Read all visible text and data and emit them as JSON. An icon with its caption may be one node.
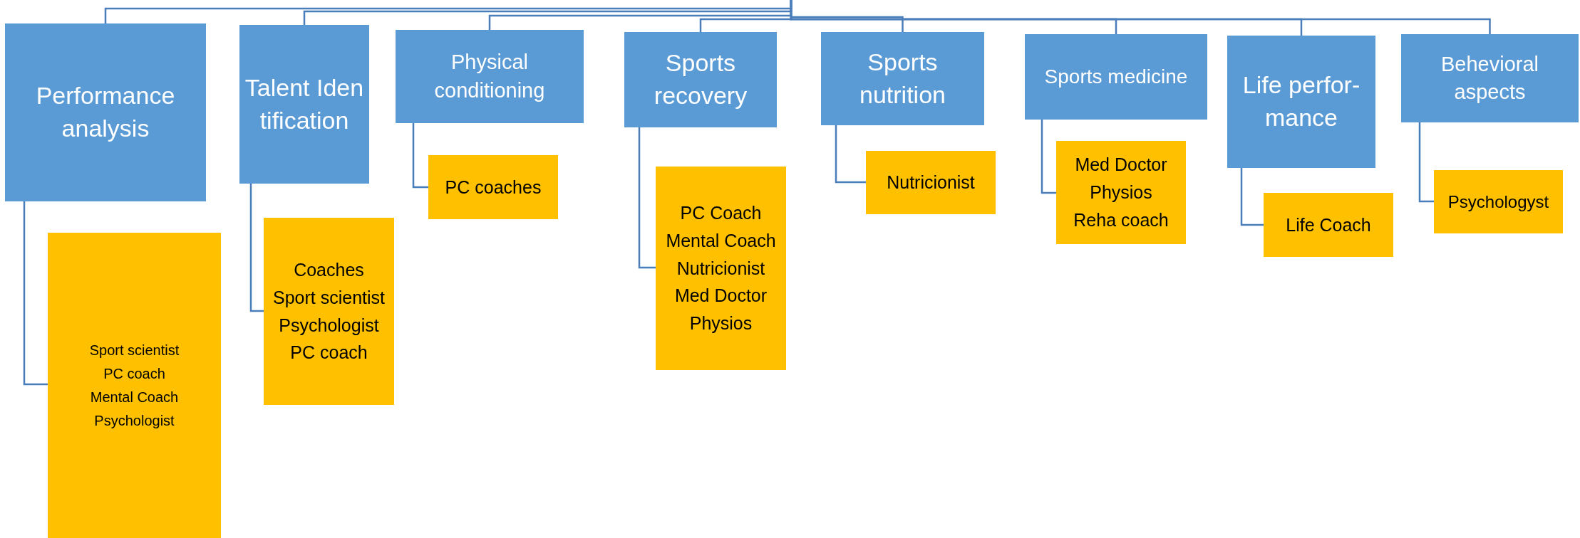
{
  "diagram": {
    "nodes": [
      {
        "text": [
          "Performance analysis"
        ]
      },
      {
        "text": [
          "Sport scientist",
          "PC coach",
          "Mental Coach",
          "Psychologist"
        ]
      },
      {
        "text": [
          "Talent Identification"
        ]
      },
      {
        "text": [
          "Coaches",
          "Sport scientist",
          "Psychologist",
          "PC coach"
        ]
      },
      {
        "text": [
          "Physical conditioning"
        ]
      },
      {
        "text": [
          "PC coaches"
        ]
      },
      {
        "text": [
          "Sports recovery"
        ]
      },
      {
        "text": [
          "PC Coach",
          "Mental Coach",
          "Nutricionist",
          "Med Doctor",
          "Physios"
        ]
      },
      {
        "text": [
          "Sports nutrition"
        ]
      },
      {
        "text": [
          "Nutricionist"
        ]
      },
      {
        "text": [
          "Sports medicine"
        ]
      },
      {
        "text": [
          "Med Doctor",
          "Physios",
          "Reha coach"
        ]
      },
      {
        "text": [
          "Life perfor-mance"
        ]
      },
      {
        "text": [
          "Life Coach"
        ]
      },
      {
        "text": [
          "Behevioral aspects"
        ]
      },
      {
        "text": [
          "Psychologyst"
        ]
      }
    ],
    "edges": [
      {
        "from": null,
        "to": 0,
        "arrow": "none"
      },
      {
        "from": 0,
        "to": 1,
        "arrow": "none"
      },
      {
        "from": null,
        "to": 2,
        "arrow": "none"
      },
      {
        "from": 2,
        "to": 3,
        "arrow": "none"
      },
      {
        "from": null,
        "to": 4,
        "arrow": "none"
      },
      {
        "from": 4,
        "to": 5,
        "arrow": "none"
      },
      {
        "from": null,
        "to": 6,
        "arrow": "none"
      },
      {
        "from": 6,
        "to": 7,
        "arrow": "none"
      },
      {
        "from": null,
        "to": 8,
        "arrow": "none"
      },
      {
        "from": 8,
        "to": 9,
        "arrow": "none"
      },
      {
        "from": null,
        "to": 10,
        "arrow": "none"
      },
      {
        "from": 10,
        "to": 11,
        "arrow": "none"
      },
      {
        "from": null,
        "to": 12,
        "arrow": "none"
      },
      {
        "from": 12,
        "to": 13,
        "arrow": "none"
      },
      {
        "from": null,
        "to": 14,
        "arrow": "none"
      },
      {
        "from": 14,
        "to": 15,
        "arrow": "none"
      }
    ]
  }
}
